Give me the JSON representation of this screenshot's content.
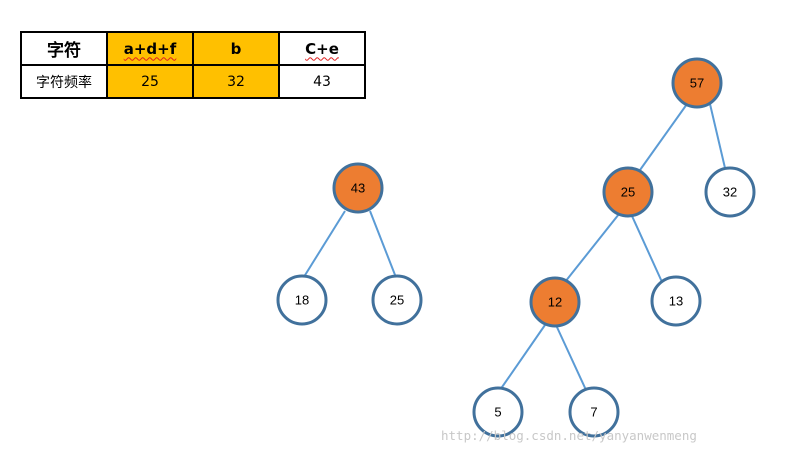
{
  "table": {
    "header_row": [
      "字符",
      "a+d+f",
      "b",
      "C+e"
    ],
    "freq_row": [
      "字符频率",
      "25",
      "32",
      "43"
    ],
    "highlight_color": "#ffc000"
  },
  "trees": {
    "colors": {
      "edge": "#5b9bd5",
      "node_outline": "#41719c",
      "highlighted_fill": "#ed7d31",
      "plain_fill": "#ffffff"
    },
    "left_tree": {
      "root": "43",
      "left_child": "18",
      "right_child": "25"
    },
    "right_tree": {
      "root": "57",
      "root_right_child": "32",
      "inner_node": "25",
      "inner_right_child": "13",
      "deep_node": "12",
      "deep_left_leaf": "5",
      "deep_right_leaf": "7"
    }
  },
  "watermark": "http://blog.csdn.net/yanyanwenmeng"
}
